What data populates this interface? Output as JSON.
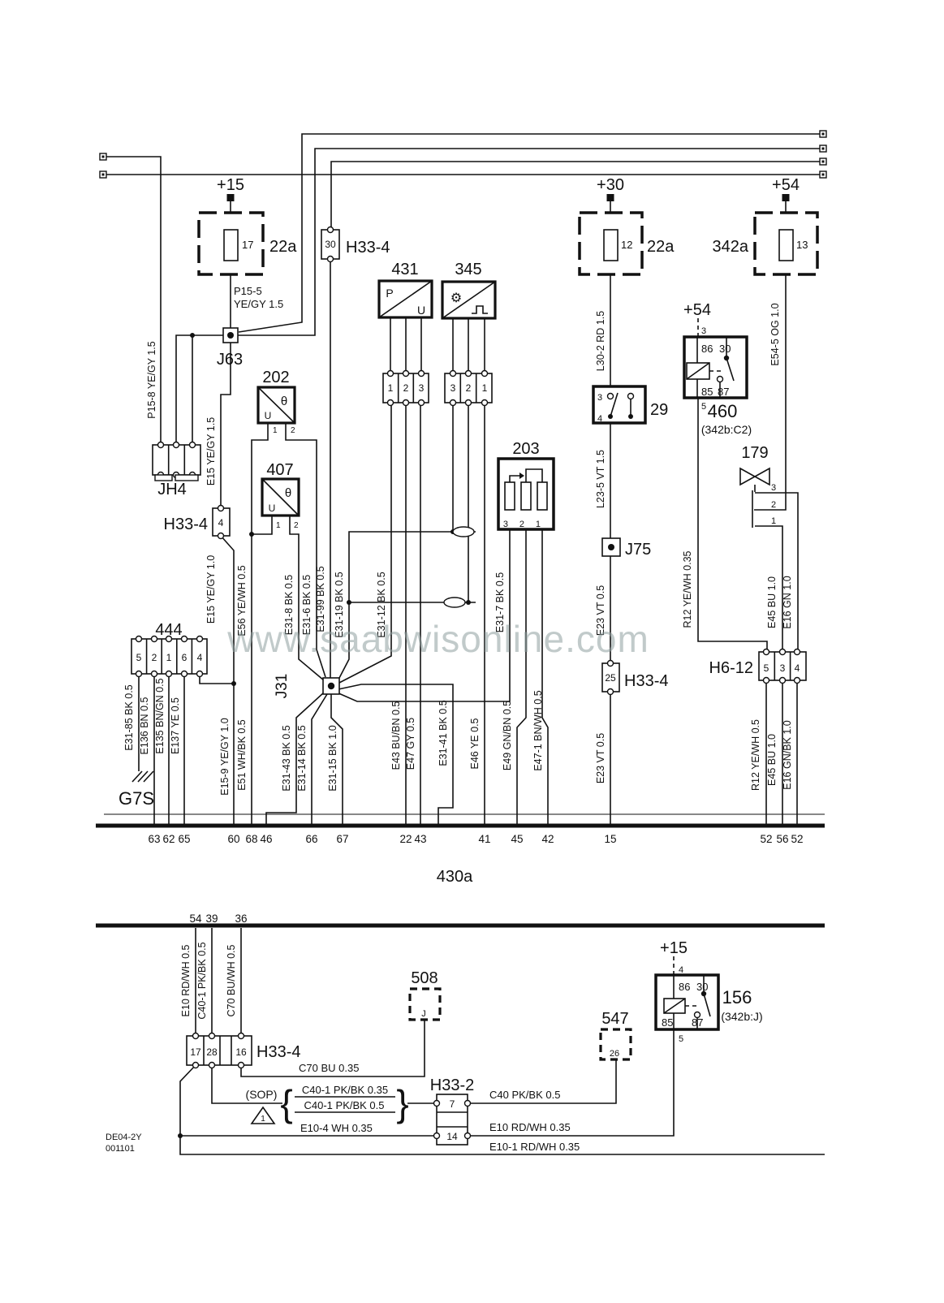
{
  "watermark": "www.saabwisonline.com",
  "sections": {
    "main": "430a"
  },
  "power": {
    "p15": "+15",
    "p30": "+30",
    "p54": "+54",
    "p54r": "+54",
    "p15r": "+15"
  },
  "comp": {
    "f22l": "22a",
    "f22l_pin": "17",
    "f22r": "22a",
    "f22r_pin": "12",
    "f342": "342a",
    "f342_pin": "13",
    "h334": "H33-4",
    "j63": "J63",
    "jh4": "JH4",
    "c444": "444",
    "g7s": "G7S",
    "j31": "J31",
    "j75": "J75",
    "c431": "431",
    "c345": "345",
    "c202": "202",
    "c407": "407",
    "c203": "203",
    "c29": "29",
    "r460": "460",
    "r460sub": "(342b:C2)",
    "v179": "179",
    "h612": "H6-12",
    "r156": "156",
    "r156sub": "(342b:J)",
    "c508": "508",
    "c508pin": "J",
    "c547": "547",
    "c547pin": "26",
    "h332": "H33-2",
    "h334b": "H33-4",
    "sym_p": "P",
    "sym_u": "U",
    "sym_theta": "θ",
    "sym_gear": "⚙",
    "brl": "{",
    "brr": "}",
    "sop": "(SOP)",
    "tri1": "1"
  },
  "pins": {
    "n1": "1",
    "n2": "2",
    "n3": "3",
    "n4": "4",
    "n5": "5",
    "n6": "6",
    "n7": "7",
    "n12": "12",
    "n13": "13",
    "n14": "14",
    "n16": "16",
    "n17": "17",
    "n25": "25",
    "n26": "26",
    "n28": "28",
    "n30": "30",
    "n86": "86",
    "n85": "85",
    "n87": "87"
  },
  "w": {
    "p15_5a": "P15-5",
    "p15_5b": "YE/GY  1.5",
    "p15_8": "P15-8  YE/GY  1.5",
    "e15a": "E15  YE/GY  1.5",
    "e15b": "E15  YE/GY  1.0",
    "e15_9": "E15-9  YE/GY  1.0",
    "e31_85": "E31-85  BK  0.5",
    "e136": "E136  BN  0.5",
    "e135": "E135  BN/GN  0.5",
    "e137": "E137  YE  0.5",
    "e56": "E56  YE/WH  0.5",
    "e51": "E51  WH/BK  0.5",
    "e31_8": "E31-8  BK  0.5",
    "e31_6": "E31-6  BK  0.5",
    "e31_99": "E31-99  BK  0.5",
    "e31_19": "E31-19  BK  0.5",
    "e31_12": "E31-12  BK  0.5",
    "e31_43": "E31-43  BK  0.5",
    "e31_14": "E31-14  BK  0.5",
    "e31_15": "E31-15  BK  1.0",
    "e43": "E43  BU/BN  0.5",
    "e47": "E47  GY  0.5",
    "e31_41": "E31-41  BK  0.5",
    "e46": "E46  YE  0.5",
    "e49": "E49  GN/BN  0.5",
    "e47_1": "E47-1  BN/WH  0.5",
    "e31_7": "E31-7  BK  0.5",
    "l30_2": "L30-2  RD  1.5",
    "l23_5": "L23-5  VT  1.5",
    "e23a": "E23  VT  0.5",
    "e23b": "E23  VT  0.5",
    "e54_5": "E54-5  OG  1.0",
    "r12a": "R12  YE/WH  0.35",
    "e45a": "E45  BU  1.0",
    "e16a": "E16  GN  1.0",
    "r12b": "R12  YE/WH  0.5",
    "e45b": "E45  BU  1.0",
    "e16b": "E16  GN/BK  1.0",
    "e10": "E10  RD/WH  0.5",
    "c40_1": "C40-1  PK/BK  0.5",
    "c70": "C70  BU/WH  0.5",
    "c70_bu": "C70  BU  0.35",
    "c40_1a": "C40-1  PK/BK  0.35",
    "c40_1b": "C40-1  PK/BK  0.5",
    "e10_4": "E10-4  WH   0.35",
    "c40": "C40  PK/BK  0.5",
    "e10_35": "E10   RD/WH   0.35",
    "e10_1": "E10-1   RD/WH   0.35"
  },
  "bus": {
    "top": [
      "63",
      "62",
      "65",
      "60",
      "68",
      "46",
      "66",
      "67",
      "22",
      "43",
      "41",
      "45",
      "42",
      "15",
      "52",
      "56",
      "52"
    ],
    "bottom": [
      "54",
      "39",
      "36"
    ]
  },
  "footer": [
    "DE04-2Y",
    "001101"
  ]
}
